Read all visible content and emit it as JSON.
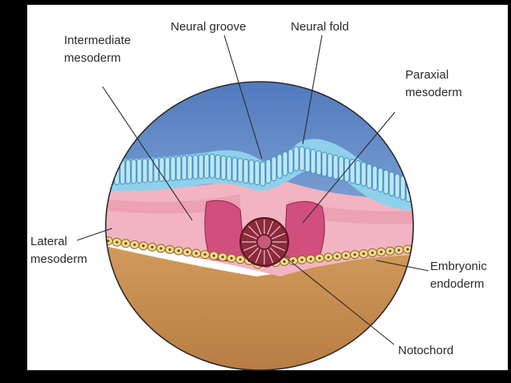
{
  "labels": {
    "intermediate_mesoderm": [
      "Intermediate",
      "mesoderm"
    ],
    "neural_groove": "Neural groove",
    "neural_fold": "Neural fold",
    "paraxial_mesoderm": [
      "Paraxial",
      "mesoderm"
    ],
    "lateral_mesoderm": [
      "Lateral",
      "mesoderm"
    ],
    "embryonic_endoderm": [
      "Embryonic",
      "endoderm"
    ],
    "notochord": "Notochord"
  },
  "colors": {
    "amniotic_cavity": "#5b84c4",
    "ectoderm": "#8fd0ea",
    "mesoderm": "#f2b4c3",
    "somite": "#d24f7d",
    "notochord": "#8a2a3a",
    "endoderm": "#f3dc8c",
    "yolk_sac": "#c68e50",
    "frame": "#000000"
  }
}
